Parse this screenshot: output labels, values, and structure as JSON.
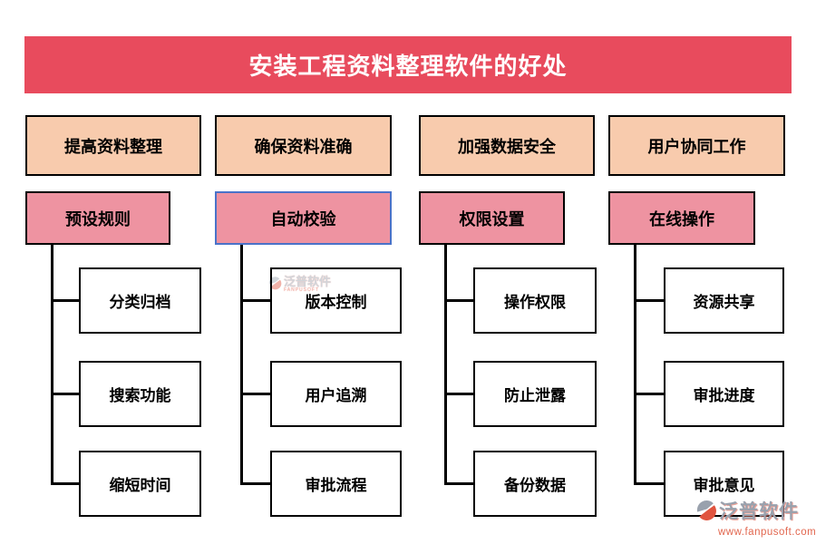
{
  "title": "安装工程资料整理软件的好处",
  "colors": {
    "titleBg": "#e84b5d",
    "headerBg": "#f8cbad",
    "subBg": "#ee93a1",
    "selectedBorder": "#4a73c9",
    "logoGray": "#99a1ad",
    "logoRed": "#e0543f",
    "urlColor": "#e2674f"
  },
  "columns": [
    {
      "header": "提高资料整理",
      "sub": "预设规则",
      "children": [
        "分类归档",
        "搜索功能",
        "缩短时间"
      ]
    },
    {
      "header": "确保资料准确",
      "sub": "自动校验",
      "selected": true,
      "children": [
        "版本控制",
        "用户追溯",
        "审批流程"
      ]
    },
    {
      "header": "加强数据安全",
      "sub": "权限设置",
      "children": [
        "操作权限",
        "防止泄露",
        "备份数据"
      ]
    },
    {
      "header": "用户协同工作",
      "sub": "在线操作",
      "children": [
        "资源共享",
        "审批进度",
        "审批意见"
      ]
    }
  ],
  "watermark": {
    "text": "泛普软件",
    "subtext": "FANPUSOFT"
  },
  "logo": {
    "brand": "泛普软件",
    "url": "www.fanpusoft.com"
  }
}
